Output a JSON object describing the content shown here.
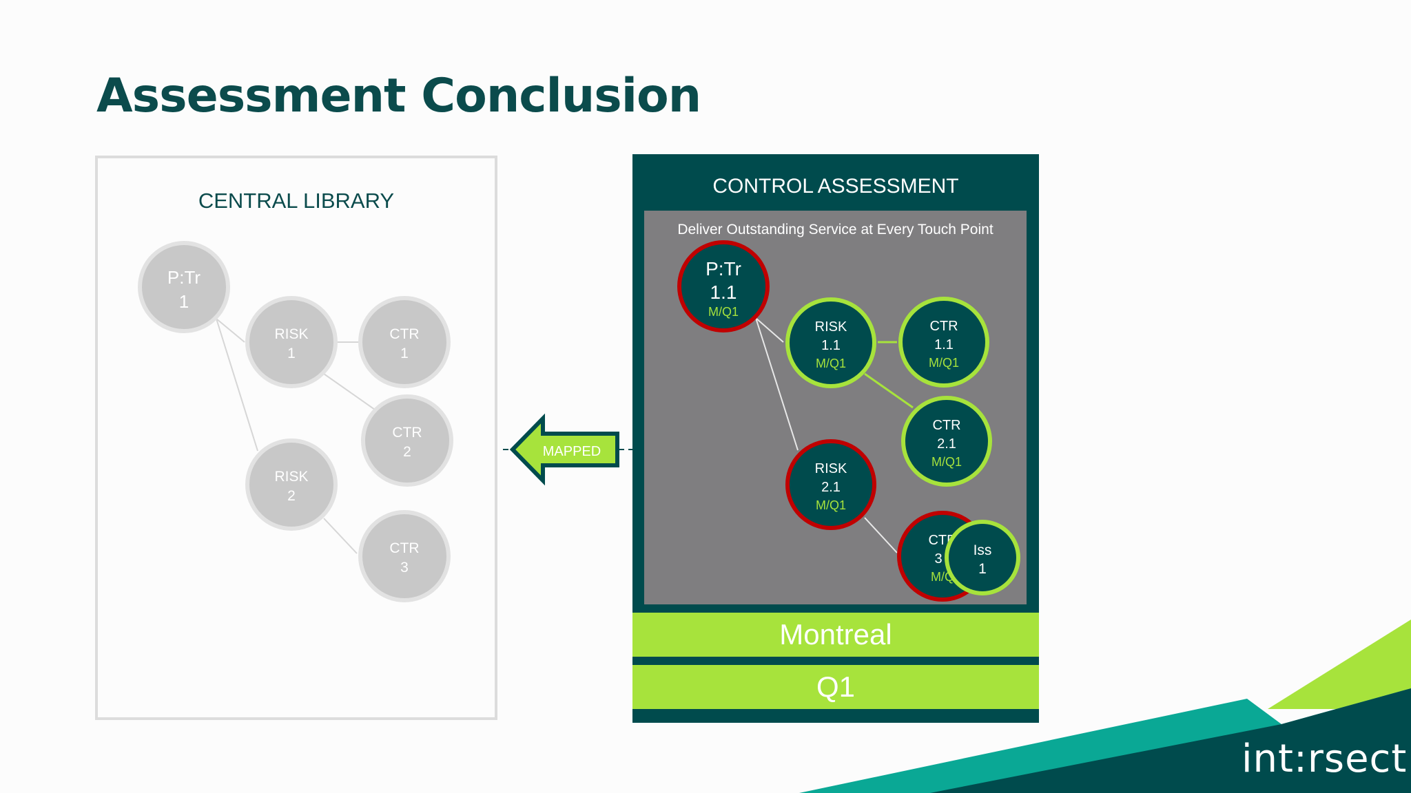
{
  "slide": {
    "title": "Assessment Conclusion"
  },
  "central_library": {
    "title": "CENTRAL LIBRARY",
    "nodes": {
      "ptr": {
        "line1": "P:Tr",
        "line2": "1"
      },
      "risk1": {
        "line1": "RISK",
        "line2": "1"
      },
      "ctr1": {
        "line1": "CTR",
        "line2": "1"
      },
      "ctr2": {
        "line1": "CTR",
        "line2": "2"
      },
      "risk2": {
        "line1": "RISK",
        "line2": "2"
      },
      "ctr3": {
        "line1": "CTR",
        "line2": "3"
      }
    }
  },
  "mapped_arrow": {
    "label": "MAPPED"
  },
  "control_assessment": {
    "title": "CONTROL ASSESSMENT",
    "objective": "Deliver Outstanding Service at Every Touch Point",
    "nodes": {
      "ptr": {
        "line1": "P:Tr",
        "line2": "1.1",
        "tag": "M/Q1"
      },
      "risk1": {
        "line1": "RISK",
        "line2": "1.1",
        "tag": "M/Q1"
      },
      "ctr1": {
        "line1": "CTR",
        "line2": "1.1",
        "tag": "M/Q1"
      },
      "ctr2": {
        "line1": "CTR",
        "line2": "2.1",
        "tag": "M/Q1"
      },
      "risk2": {
        "line1": "RISK",
        "line2": "2.1",
        "tag": "M/Q1"
      },
      "ctr3": {
        "line1": "CTR",
        "line2": "3",
        "tag": "M/Q"
      },
      "iss": {
        "line1": "Iss",
        "line2": "1"
      }
    },
    "location": "Montreal",
    "quarter": "Q1"
  },
  "brand": {
    "logo_text": "int:rsect"
  },
  "colors": {
    "dark_teal": "#004b4d",
    "lime": "#a7e33c",
    "red": "#c00000",
    "gray_node": "#c8c8c8",
    "inner_gray": "#7f7e80"
  }
}
